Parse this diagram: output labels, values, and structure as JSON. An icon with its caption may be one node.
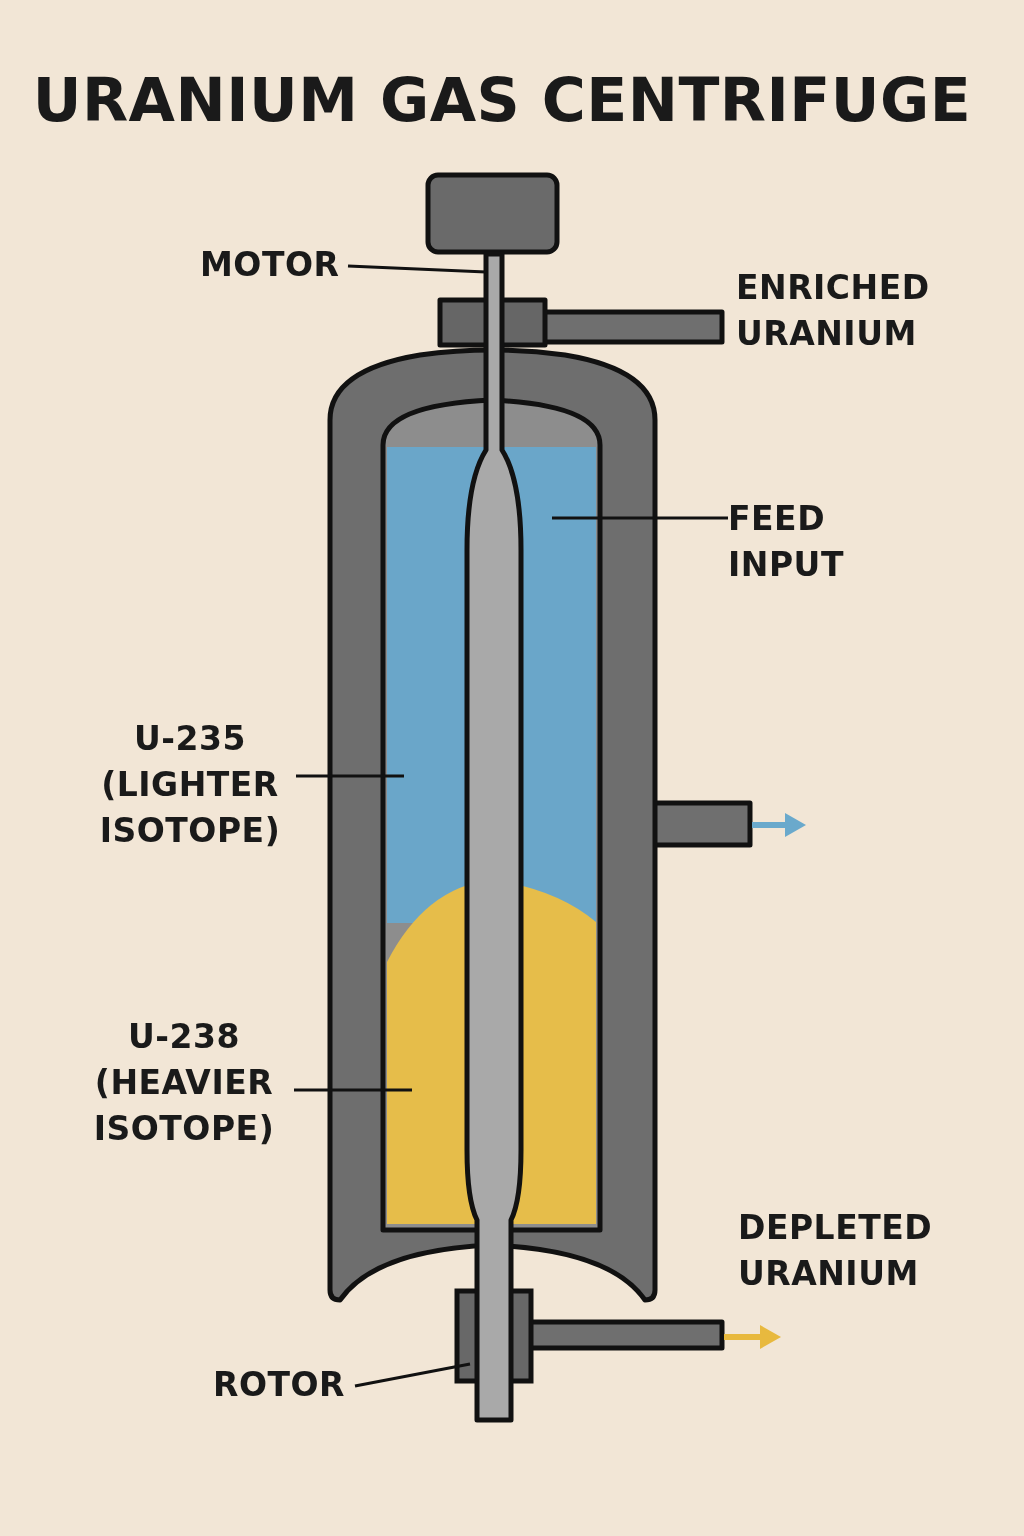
{
  "diagram": {
    "title": "URANIUM GAS CENTRIFUGE",
    "nodes": [
      {
        "text": [
          "MOTOR"
        ]
      },
      {
        "text": [
          "FEED INPUT"
        ]
      },
      {
        "text": [
          "U-235 (LIGHTER ISOTOPE)"
        ]
      },
      {
        "text": [
          "U-238 (HEAVIER ISOTOPE)"
        ]
      },
      {
        "text": [
          "ROTOR"
        ]
      },
      {
        "text": [],
        "shape": "bar"
      },
      {
        "text": [],
        "shape": "box"
      },
      {
        "text": [],
        "shape": "box"
      },
      {
        "text": [],
        "shape": "box"
      }
    ],
    "edges": [
      {
        "from": 0,
        "to": 5,
        "arrow": "none"
      },
      {
        "from": 1,
        "to": 6,
        "arrow": "none"
      },
      {
        "from": 2,
        "to": 6,
        "arrow": "none"
      },
      {
        "from": 3,
        "to": 7,
        "arrow": "none"
      },
      {
        "from": 4,
        "to": 8,
        "arrow": "none"
      }
    ],
    "labels": [
      "ENRICHED URANIUM",
      "DEPLETED URANIUM"
    ]
  }
}
